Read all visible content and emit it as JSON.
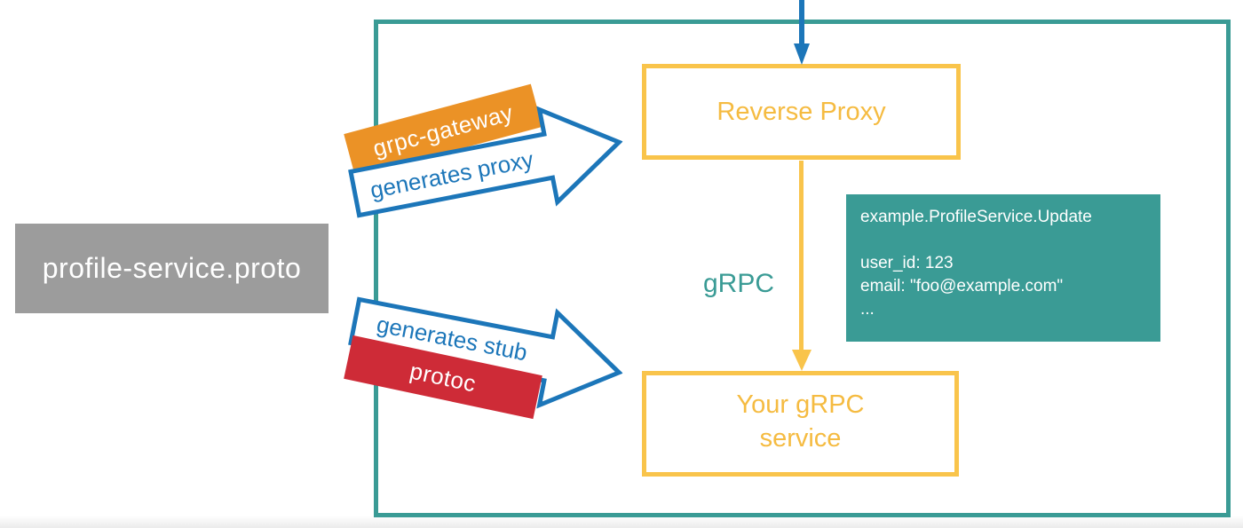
{
  "colors": {
    "teal": "#3A9B95",
    "blue": "#1C76B9",
    "orange": "#EB9226",
    "red": "#CE2B37",
    "gray": "#9C9C9C",
    "yellow-border": "#F9C44B",
    "yellow-text": "#F5BB41"
  },
  "proto_file": {
    "label": "profile-service.proto"
  },
  "reverse_proxy": {
    "label": "Reverse Proxy"
  },
  "grpc_service": {
    "line1": "Your gRPC",
    "line2": "service"
  },
  "grpc_protocol_label": "gRPC",
  "request_message": {
    "method": "example.ProfileService.Update",
    "field1": "user_id: 123",
    "field2": "email: \"foo@example.com\"",
    "ellipsis": "..."
  },
  "gateway_ribbon": {
    "label": "grpc-gateway"
  },
  "proxy_arrow": {
    "label": "generates proxy"
  },
  "stub_arrow": {
    "label": "generates stub"
  },
  "protoc_ribbon": {
    "label": "protoc"
  }
}
